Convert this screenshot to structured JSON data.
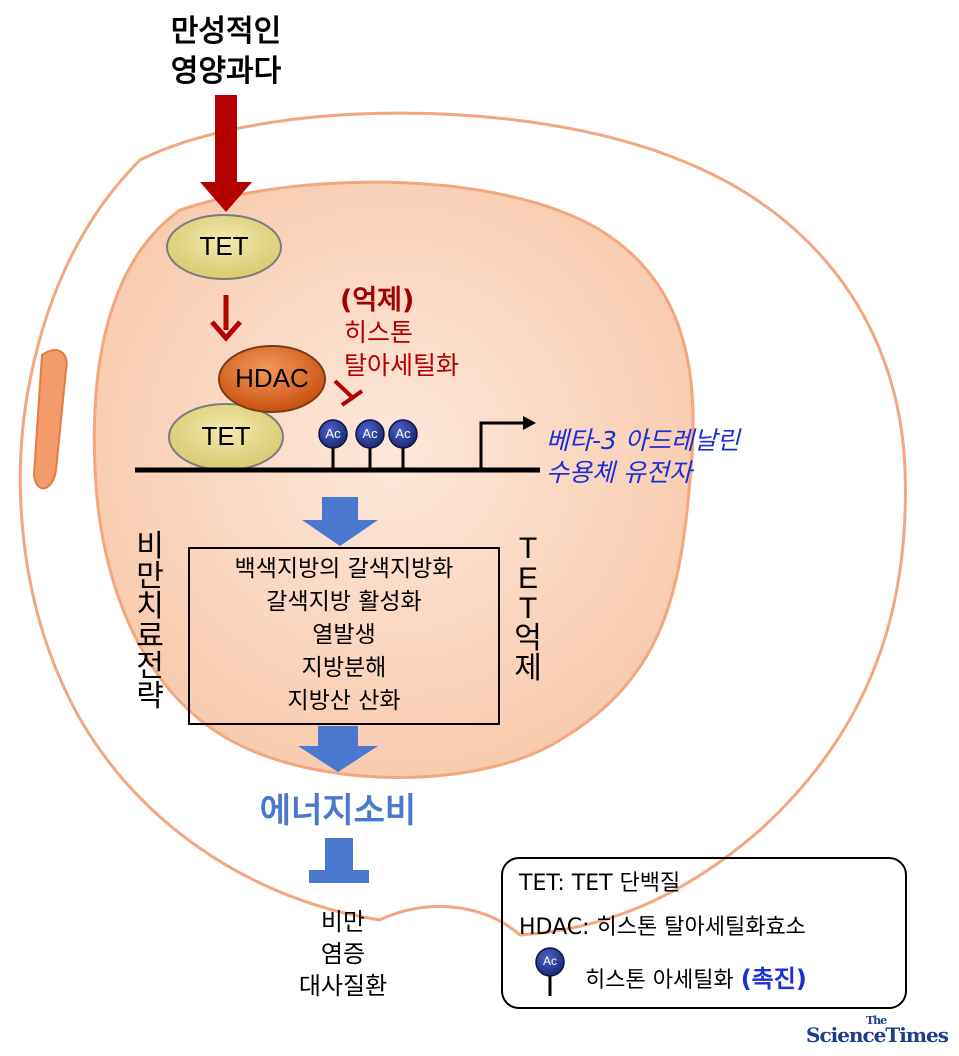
{
  "top_label": [
    "만성적인",
    "영양과다"
  ],
  "nodes": {
    "tet_top": "TET",
    "hdac": "HDAC",
    "tet_bottom": "TET",
    "ac": "Ac"
  },
  "inhibit": {
    "title": "(억제)",
    "lines": [
      "히스톤",
      "탈아세틸화"
    ]
  },
  "gene": [
    "베타-3 아드레날린",
    "수용체 유전자"
  ],
  "side_left": [
    "비",
    "만",
    "치",
    "료",
    "전",
    "략"
  ],
  "side_right": [
    "T",
    "E",
    "T",
    "억",
    "제"
  ],
  "effects": [
    "백색지방의 갈색지방화",
    "갈색지방 활성화",
    "열발생",
    "지방분해",
    "지방산 산화"
  ],
  "energy": "에너지소비",
  "outcomes": [
    "비만",
    "염증",
    "대사질환"
  ],
  "legend": {
    "row1": "TET: TET 단백질",
    "row2": "HDAC: 히스톤 탈아세틸화효소",
    "row3_text": "히스톤 아세틸화",
    "row3_emph": "(촉진)"
  },
  "brand": {
    "small": "The",
    "main": "ScienceTimes"
  },
  "colors": {
    "cell_fill": "#fbd9c4",
    "cell_stroke": "#f2a77e",
    "dark_red": "#b30000",
    "arrow_blue": "#4a78cf",
    "energy_blue": "#4a78cf",
    "tet_fill": "#e8dc8a",
    "hdac_fill": "#e0661e",
    "ac_fill": "#1f2e8a"
  }
}
